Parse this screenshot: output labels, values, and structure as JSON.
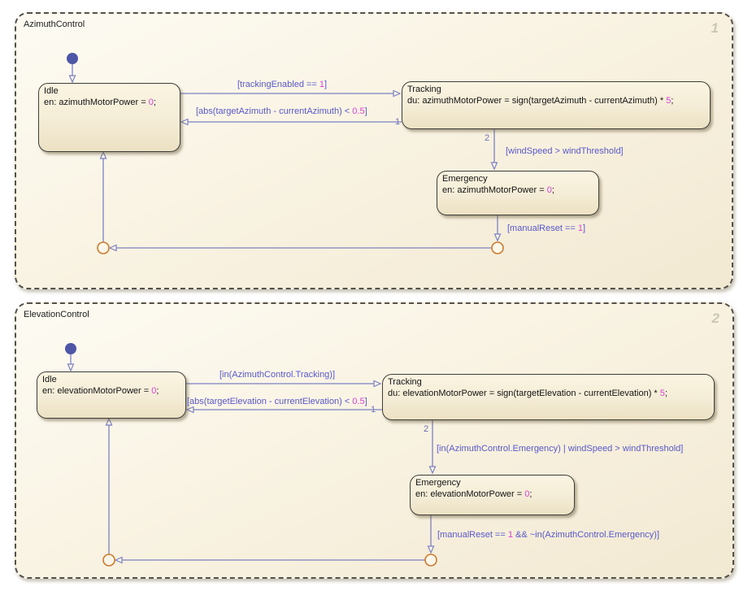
{
  "colors": {
    "transition_line": "#7b81c2",
    "label_text": "#5858cc",
    "numeric_literal": "#dd3fd3",
    "junction_border": "#cc7a2f",
    "default_transition_dot": "#4e56a6",
    "state_border": "#3e3d38",
    "chart_border": "#53514a",
    "state_fill": "#f4ecd6",
    "chart_fill": "#f9f3e3",
    "execution_order_text": "#cbc7b6"
  },
  "charts": [
    {
      "name": "AzimuthControl",
      "execution_order": "1",
      "states": {
        "idle": {
          "title": "Idle",
          "body_pre": "en: azimuthMotorPower = ",
          "body_num": "0",
          "body_post": ";"
        },
        "tracking": {
          "title": "Tracking",
          "body_pre": "du: azimuthMotorPower = sign(targetAzimuth - currentAzimuth) * ",
          "body_num": "5",
          "body_post": ";"
        },
        "emergency": {
          "title": "Emergency",
          "body_pre": "en: azimuthMotorPower = ",
          "body_num": "0",
          "body_post": ";"
        }
      },
      "transitions": {
        "idleToTracking": {
          "pre": "[trackingEnabled == ",
          "num": "1",
          "post": "]"
        },
        "trackingToIdle": {
          "pre": "[abs(targetAzimuth - currentAzimuth) < ",
          "num": "0.5",
          "post": "]",
          "priority": "1"
        },
        "trackingToEmergency": {
          "pre": "[windSpeed > windThreshold]",
          "priority": "2"
        },
        "emergencyToIdle": {
          "pre": "[manualReset == ",
          "num": "1",
          "post": "]"
        }
      }
    },
    {
      "name": "ElevationControl",
      "execution_order": "2",
      "states": {
        "idle": {
          "title": "Idle",
          "body_pre": "en: elevationMotorPower = ",
          "body_num": "0",
          "body_post": ";"
        },
        "tracking": {
          "title": "Tracking",
          "body_pre": "du: elevationMotorPower = sign(targetElevation - currentElevation) * ",
          "body_num": "5",
          "body_post": ";"
        },
        "emergency": {
          "title": "Emergency",
          "body_pre": "en: elevationMotorPower = ",
          "body_num": "0",
          "body_post": ";"
        }
      },
      "transitions": {
        "idleToTracking": {
          "pre": "[in(AzimuthControl.Tracking)]"
        },
        "trackingToIdle": {
          "pre": "[abs(targetElevation - currentElevation) < ",
          "num": "0.5",
          "post": "]",
          "priority": "1"
        },
        "trackingToEmergency": {
          "pre": "[in(AzimuthControl.Emergency) | windSpeed > windThreshold]",
          "priority": "2"
        },
        "emergencyToIdle": {
          "pre": "[manualReset == ",
          "num": "1",
          "post": " && ~in(AzimuthControl.Emergency)]"
        }
      }
    }
  ]
}
